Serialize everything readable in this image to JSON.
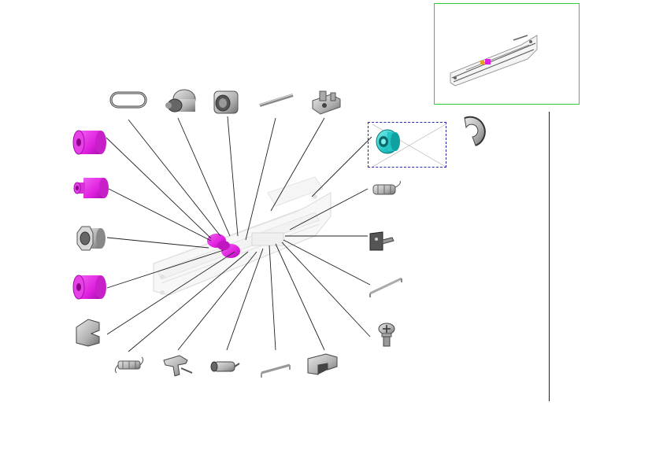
{
  "diagram": {
    "colors": {
      "highlight": "#e020e0",
      "highlight_dark": "#a010a8",
      "selected": "#22c4c4",
      "part_gray": "#b8b8b8",
      "part_dark": "#555555",
      "leader": "#222222",
      "thumbnail_border": "#33cc33",
      "selection_border": "#2a2aa8"
    },
    "callouts": [
      {
        "part": "belt"
      },
      {
        "part": "pulley"
      },
      {
        "part": "bushing"
      },
      {
        "part": "shaft"
      },
      {
        "part": "bracket-top"
      },
      {
        "part": "roller-upper"
      },
      {
        "part": "roller-middle"
      },
      {
        "part": "gear-hub"
      },
      {
        "part": "roller-lower"
      },
      {
        "part": "clip"
      },
      {
        "part": "spring-bottom"
      },
      {
        "part": "lever"
      },
      {
        "part": "roller-small"
      },
      {
        "part": "guide-rod"
      },
      {
        "part": "stopper"
      },
      {
        "part": "screw"
      },
      {
        "part": "rail"
      },
      {
        "part": "bracket-side"
      },
      {
        "part": "spring-right"
      },
      {
        "part": "gear-selected"
      }
    ]
  }
}
